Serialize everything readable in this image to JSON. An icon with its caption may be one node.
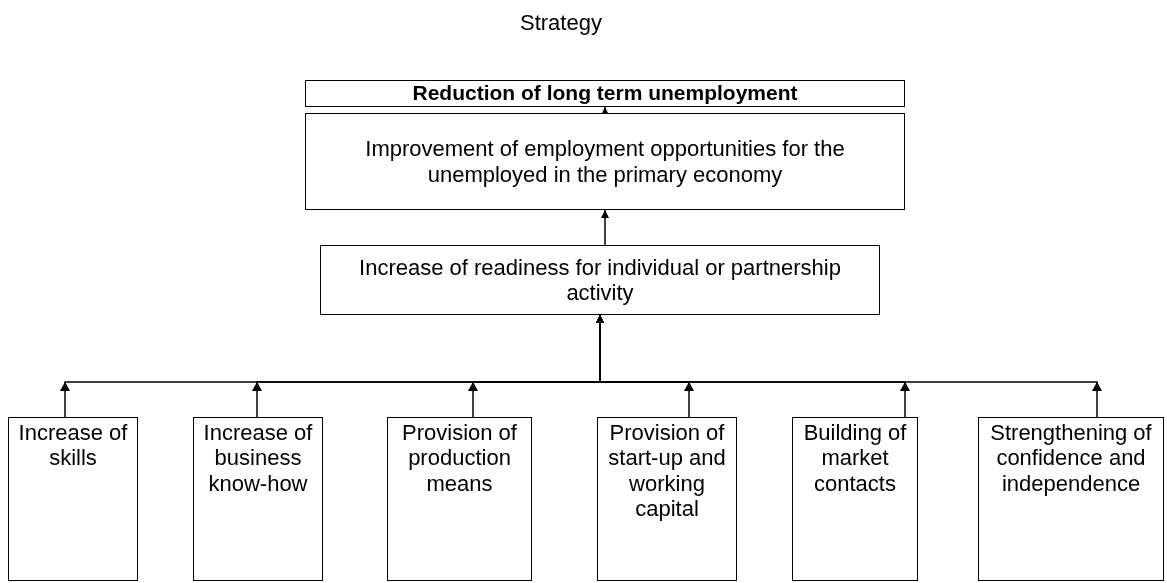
{
  "diagram": {
    "title": "Strategy",
    "nodes": [
      {
        "text": [
          "Reduction of long term unemployment"
        ]
      },
      {
        "text": [
          "Improvement of employment opportunities for the unemployed in the primary economy"
        ]
      },
      {
        "text": [
          "Increase of readiness for individual or partnership activity"
        ]
      },
      {
        "text": [
          "Increase of skills"
        ]
      },
      {
        "text": [
          "Increase of business know-how"
        ]
      },
      {
        "text": [
          "Provision of production means"
        ]
      },
      {
        "text": [
          "Provision of start-up and working capital"
        ]
      },
      {
        "text": [
          "Building of market contacts"
        ]
      },
      {
        "text": [
          "Strengthening of confidence and independence"
        ]
      }
    ],
    "edges": [
      {
        "from": 1,
        "to": 0,
        "arrow": "to"
      },
      {
        "from": 2,
        "to": 1,
        "arrow": "to"
      },
      {
        "from": 3,
        "to": 2,
        "arrow": "to"
      },
      {
        "from": 4,
        "to": 2,
        "arrow": "to"
      },
      {
        "from": 5,
        "to": 2,
        "arrow": "to"
      },
      {
        "from": 6,
        "to": 2,
        "arrow": "to"
      },
      {
        "from": 7,
        "to": 2,
        "arrow": "to"
      },
      {
        "from": 8,
        "to": 2,
        "arrow": "to"
      }
    ]
  }
}
